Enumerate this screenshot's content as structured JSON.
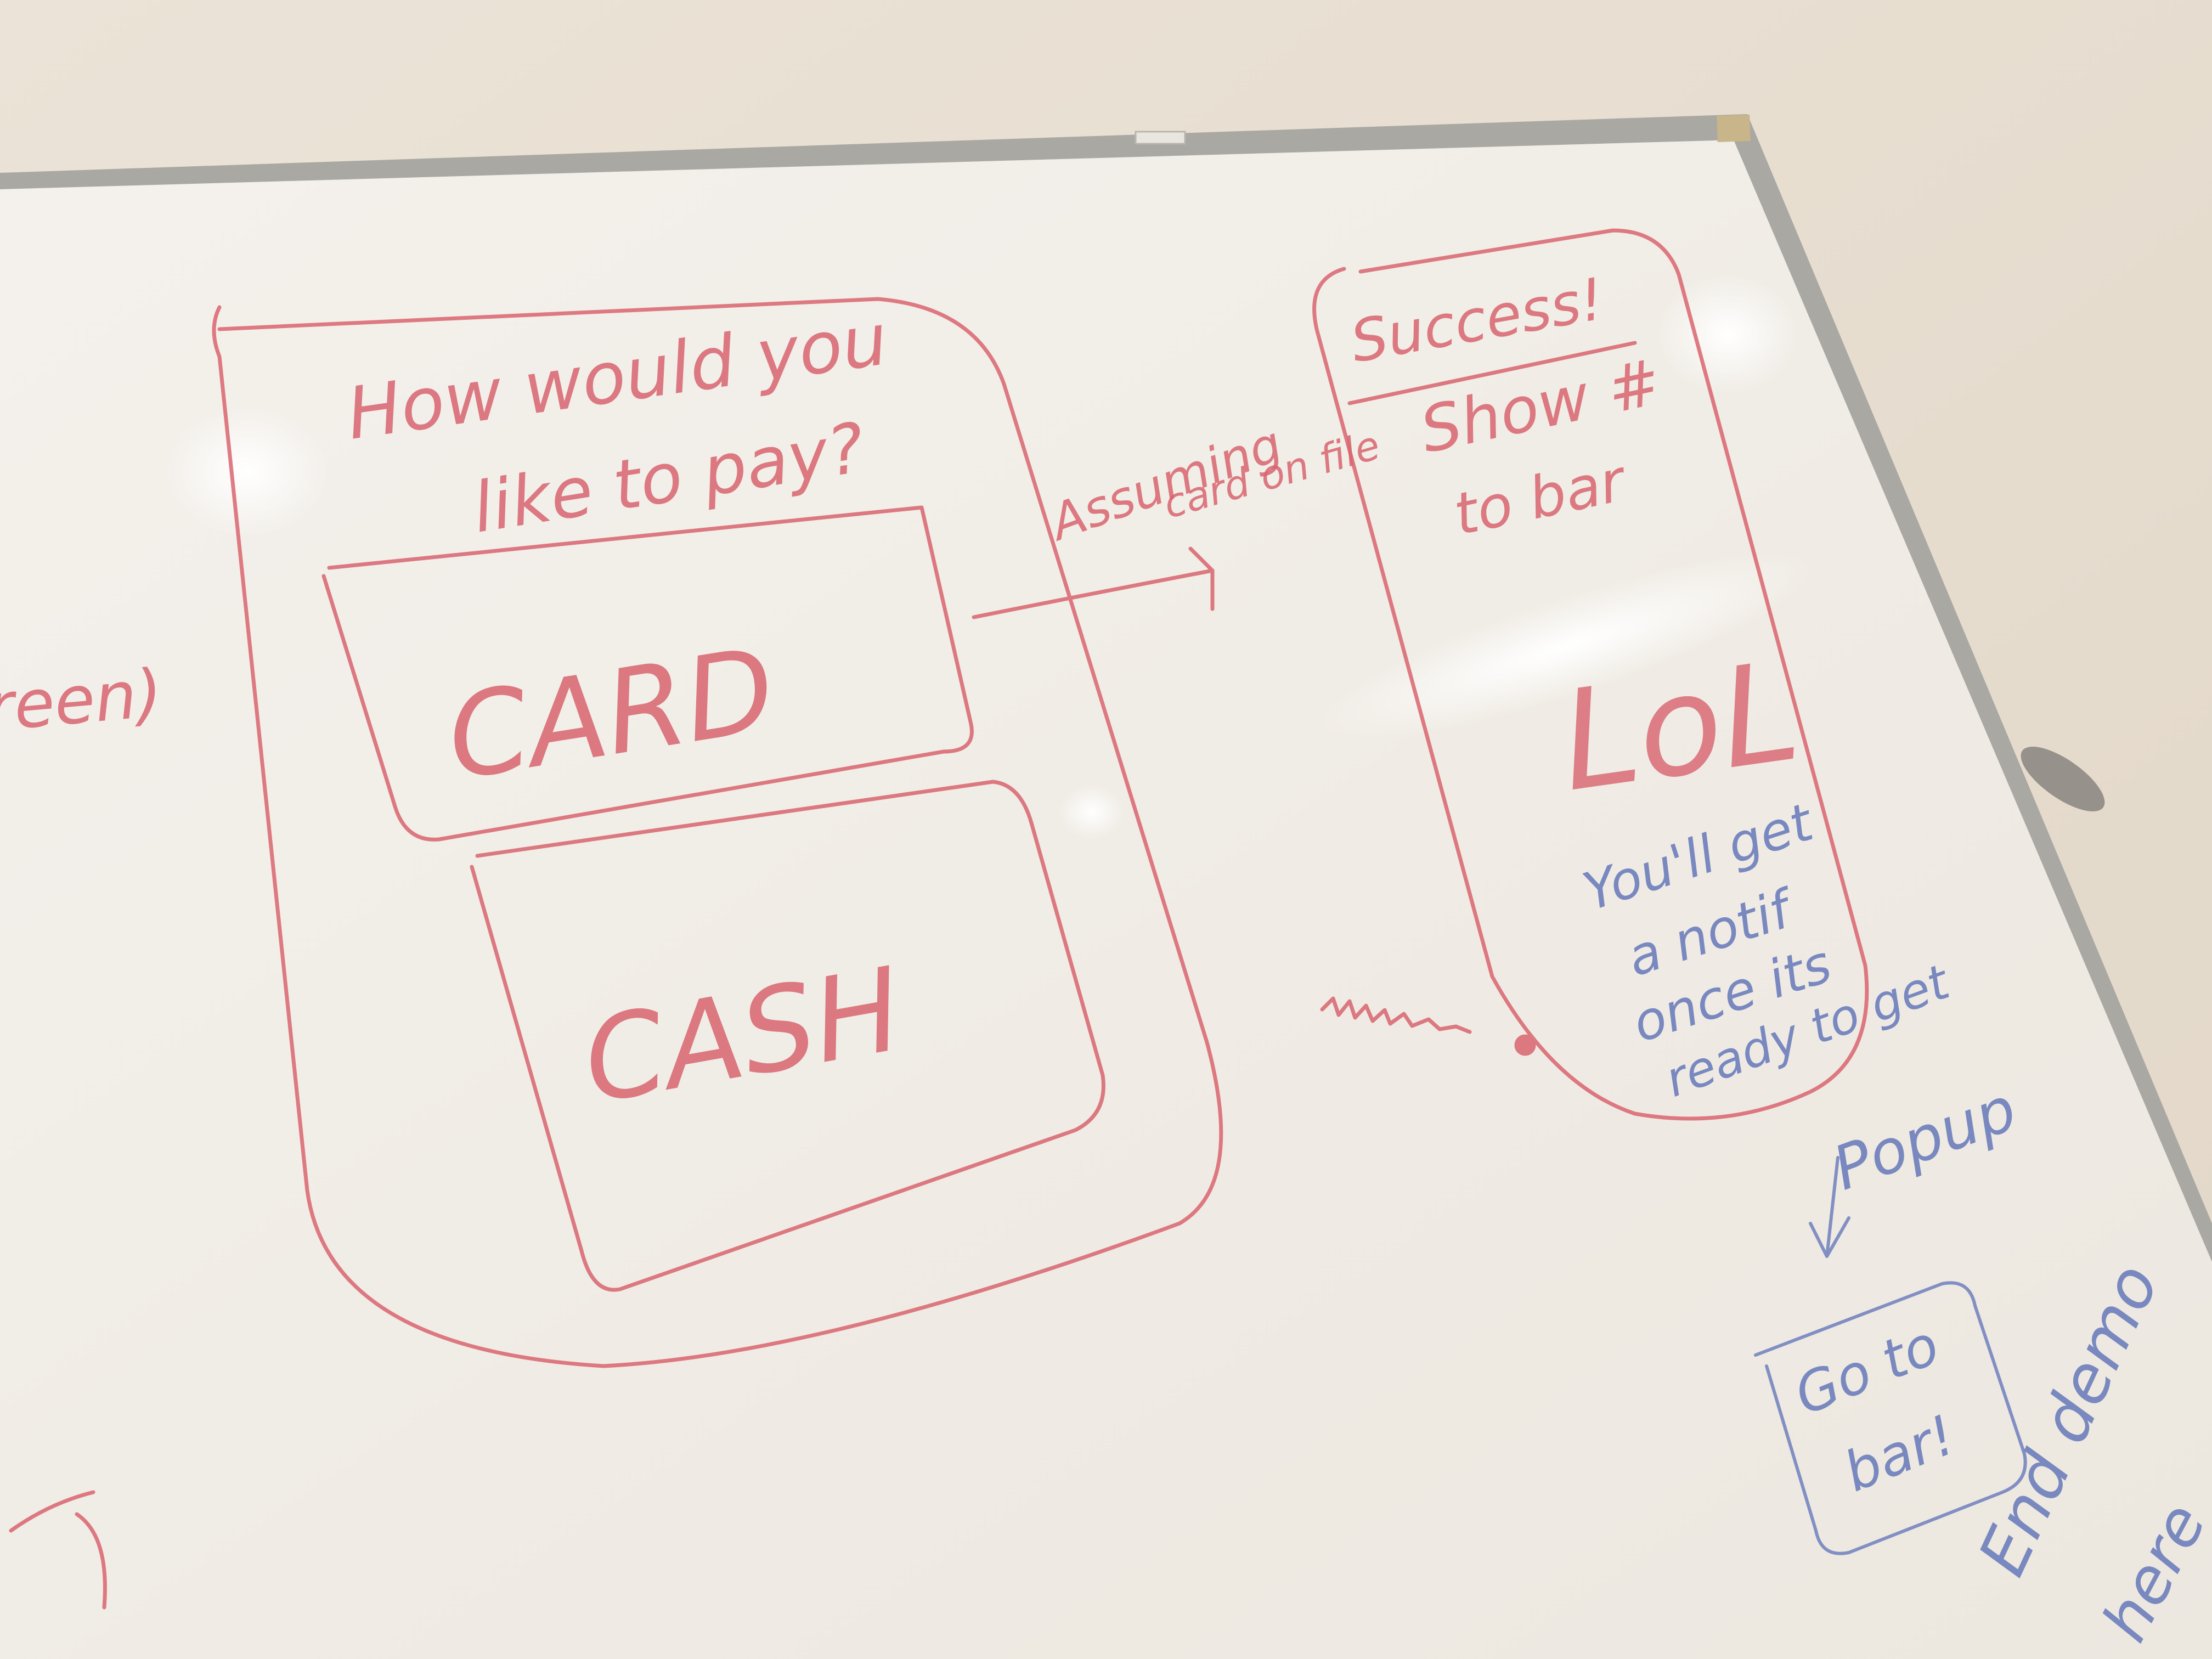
{
  "board": {
    "frame_color": "#a9a8a3",
    "surface_color": "#f2efea",
    "wall_color": "#e6ddd0"
  },
  "ink": {
    "red": "#d9646f",
    "blue": "#6d7fbd"
  },
  "payment_screen": {
    "question_line1": "How would you",
    "question_line2": "like to pay?",
    "card_option": "CARD",
    "cash_option": "CASH"
  },
  "transition_note": {
    "line1": "Assuming",
    "line2": "card on file"
  },
  "success_screen": {
    "title": "Success!",
    "line1": "Show #",
    "line2": "to bar",
    "code": "LoL",
    "notif_line1": "You'll get",
    "notif_line2": "a notif",
    "notif_line3": "once its",
    "notif_line4": "ready to get"
  },
  "popup_note": {
    "label": "Popup"
  },
  "popup_box": {
    "line1": "Go to",
    "line2": "bar!"
  },
  "end_note": {
    "line1": "End demo",
    "line2": "here"
  },
  "left_edge_fragment": {
    "text": "reen)"
  }
}
